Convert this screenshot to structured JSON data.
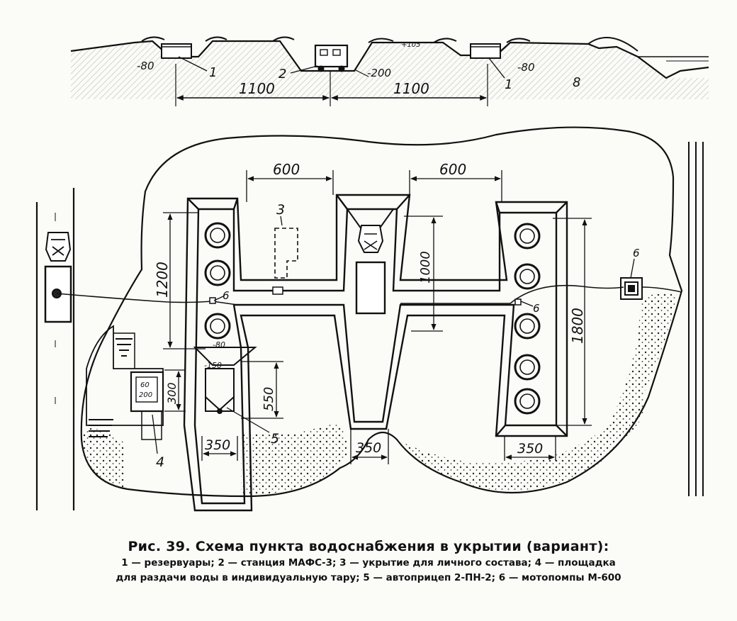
{
  "section": {
    "label_1_left": "1",
    "label_2": "2",
    "label_1_right": "1",
    "label_8": "8",
    "depth_left": "-80",
    "depth_center": "-200",
    "depth_right": "-80",
    "height_top": "+105",
    "dim_left": "1100",
    "dim_right": "1100"
  },
  "plan": {
    "dim_600_left": "600",
    "dim_600_right": "600",
    "dim_1200": "1200",
    "dim_1000": "1000",
    "dim_1800": "1800",
    "dim_550": "550",
    "dim_300": "300",
    "dim_350_a": "350",
    "dim_350_b": "350",
    "dim_350_c": "350",
    "label_3": "3",
    "label_4": "4",
    "label_5": "5",
    "label_6_left": "6",
    "label_6_right": "6",
    "label_6_pump": "6",
    "depth_80": "-80",
    "depth_150": "-150",
    "tank_60": "60",
    "tank_200": "200"
  },
  "caption": {
    "title": "Рис. 39. Схема пункта водоснабжения в укрытии (вариант):",
    "legend_line1": "1 — резервуары;  2 — станция МАФС-3;  3 — укрытие для личного состава;  4 — площадка",
    "legend_line2": "для раздачи воды в индивидуальную тару;  5 — автоприцеп 2-ПН-2;  6 — мотопомпы М-600"
  }
}
